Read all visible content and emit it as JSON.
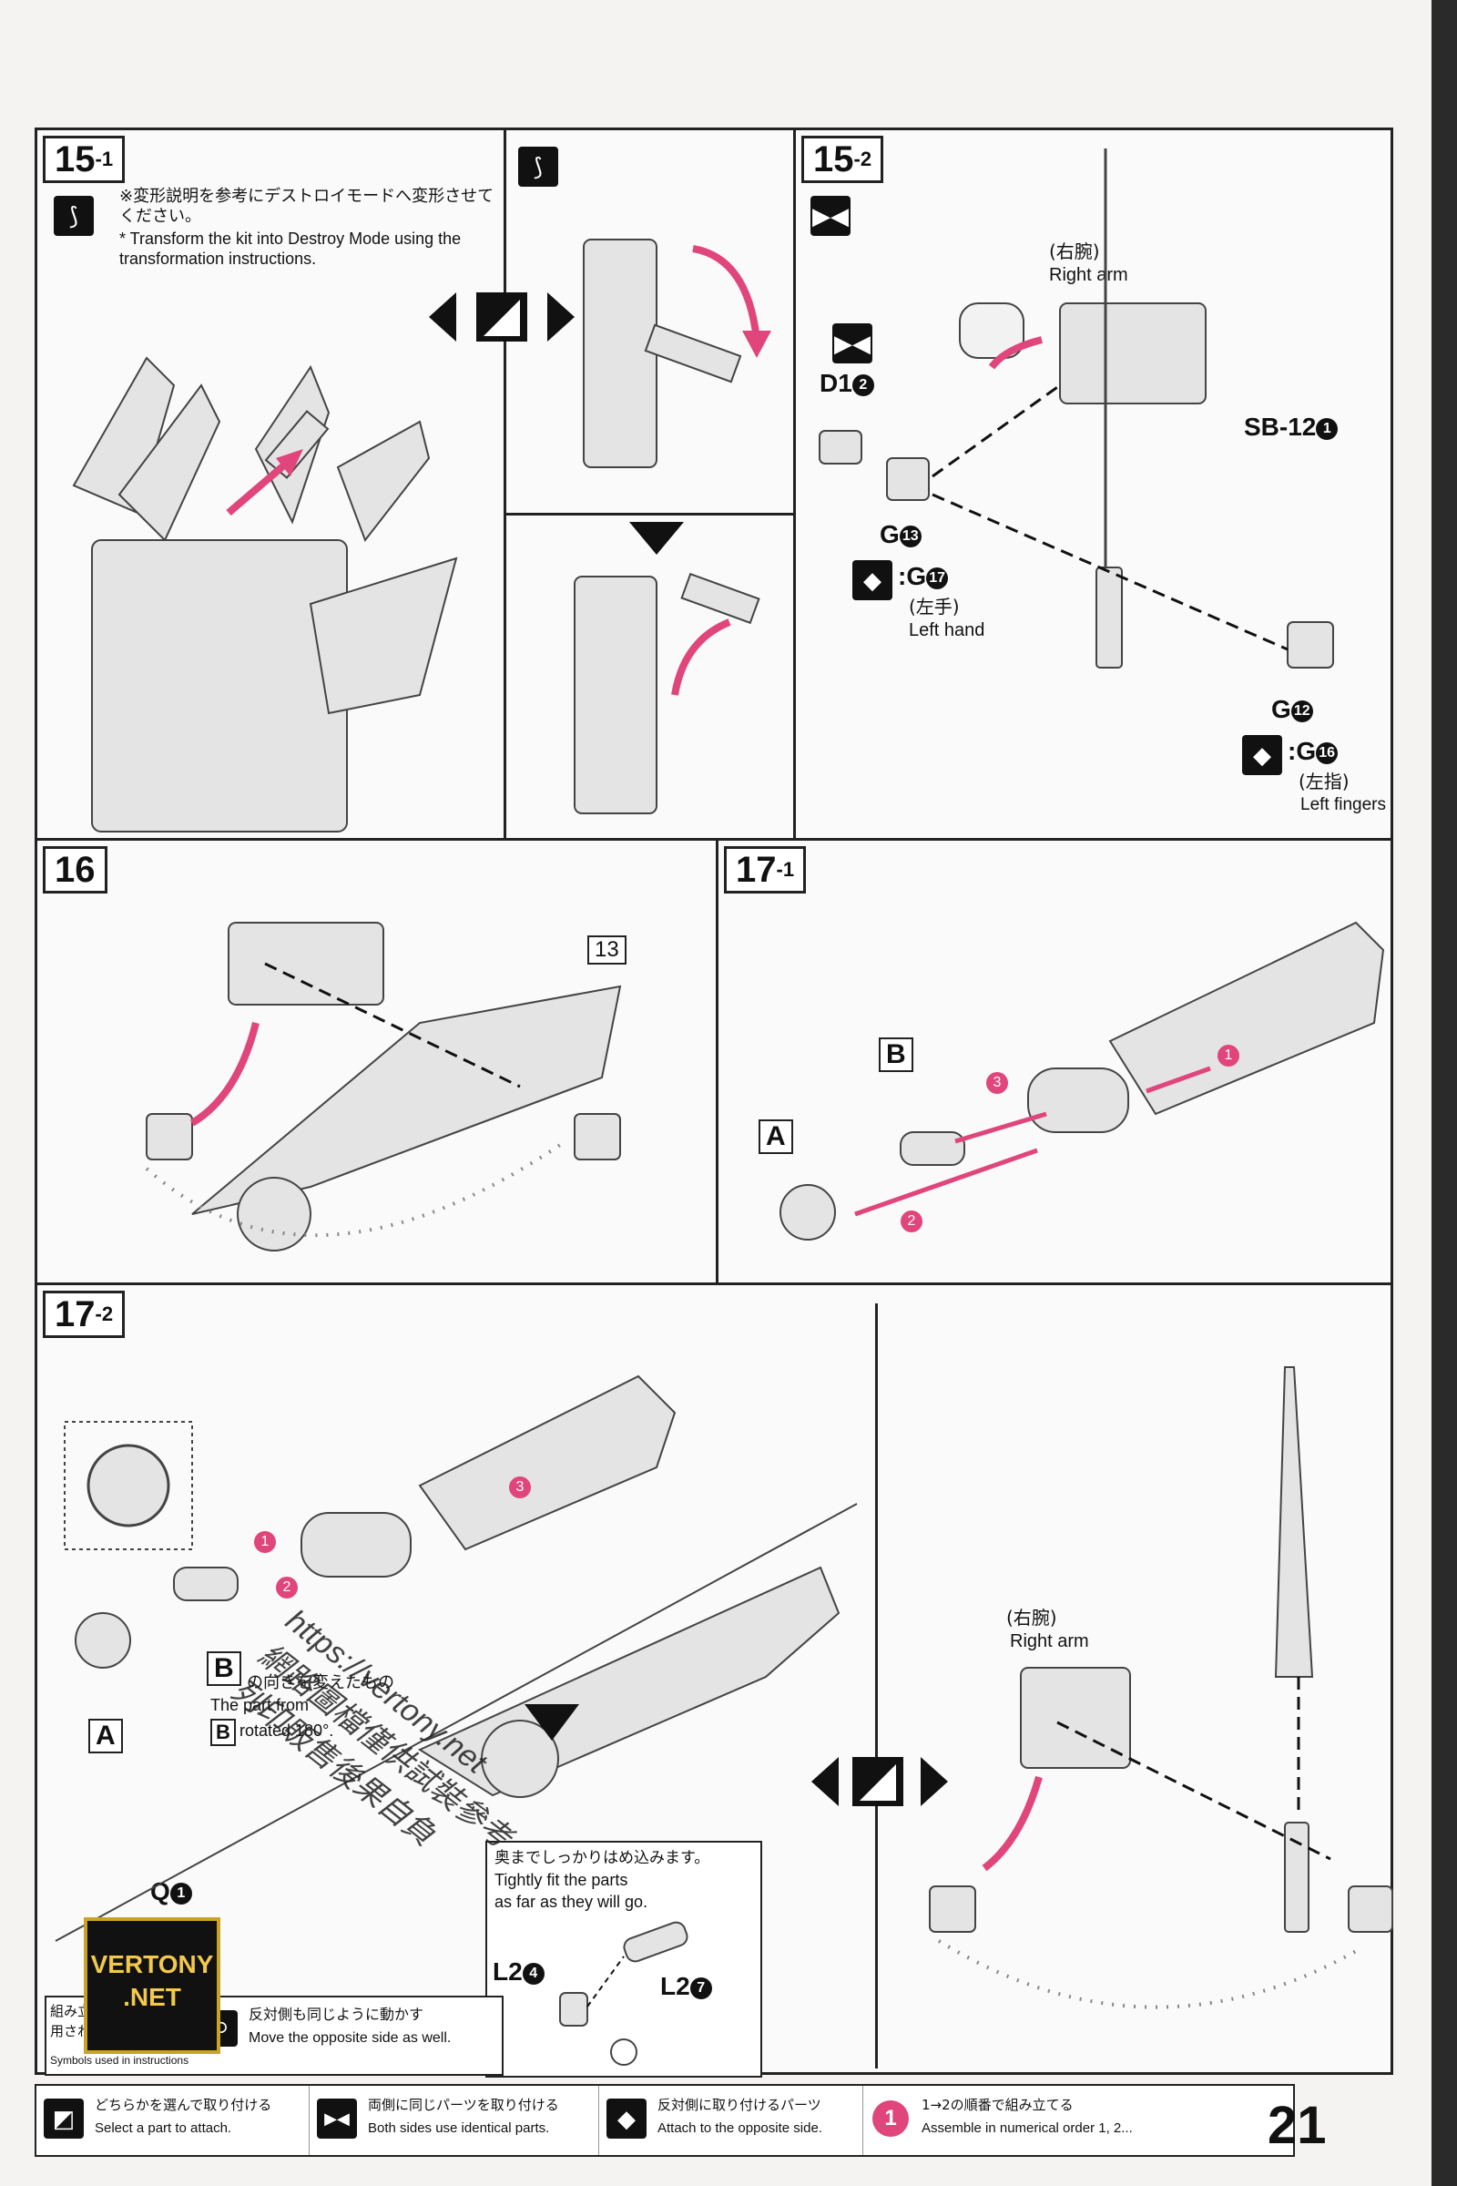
{
  "page": {
    "number": "21"
  },
  "step_15_1": {
    "label": "15",
    "sub": "-1",
    "note_jp": "※変形説明を参考にデストロイモードへ変形させてください。",
    "note_en": "* Transform the kit into Destroy Mode using the transformation instructions."
  },
  "step_15_2": {
    "label": "15",
    "sub": "-2",
    "right_arm_jp": "(右腕)",
    "right_arm_en": "Right arm",
    "part_d1": "D1",
    "part_d1_num": "2",
    "part_sb12": "SB-12",
    "part_sb12_num": "1",
    "part_g13": "G",
    "part_g13_num": "13",
    "part_g17": ":G",
    "part_g17_num": "17",
    "left_hand_jp": "(左手)",
    "left_hand_en": "Left hand",
    "part_g12": "G",
    "part_g12_num": "12",
    "part_g16": ":G",
    "part_g16_num": "16",
    "left_fingers_jp": "(左指)",
    "left_fingers_en": "Left fingers"
  },
  "step_16": {
    "label": "16",
    "ref": "13"
  },
  "step_17_1": {
    "label": "17",
    "sub": "-1",
    "part_a": "A",
    "part_b": "B",
    "seq_1": "1",
    "seq_2": "2",
    "seq_3": "3"
  },
  "step_17_2": {
    "label": "17",
    "sub": "-2",
    "part_a": "A",
    "part_b": "B",
    "part_b2": "B",
    "b_note_jp": "の向きを変えたもの",
    "b_note_en1": "The part from",
    "b_note_en2": "rotated 180°.",
    "seq_1": "1",
    "seq_2": "2",
    "seq_3": "3",
    "part_q": "Q",
    "part_q_num": "1",
    "part_l2a": "L2",
    "part_l2a_num": "4",
    "part_l2b": "L2",
    "part_l2b_num": "7",
    "fit_jp": "奥までしっかりはめ込みます。",
    "fit_en1": "Tightly fit the parts",
    "fit_en2": "as far as they will go.",
    "right_arm_jp": "(右腕)",
    "right_arm_en": "Right arm"
  },
  "symbols_box": {
    "title_jp": "組み立てに使用されて",
    "title_en": "Symbols used in instructions",
    "opposite_jp": "反対側も同じように動かす",
    "opposite_en": "Move the opposite side as well."
  },
  "legend": [
    {
      "jp": "どちらかを選んで取り付ける",
      "en": "Select a part to attach."
    },
    {
      "jp": "両側に同じパーツを取り付ける",
      "en": "Both sides use identical parts."
    },
    {
      "jp": "反対側に取り付けるパーツ",
      "en": "Attach to the opposite side."
    },
    {
      "jp": "1→2の順番で組み立てる",
      "en": "Assemble in numerical order 1, 2..."
    }
  ],
  "watermark": {
    "line1": "https://vertony.net",
    "line2": "網路圖檔僅供試裝參考",
    "line3": "列印販售後果自負"
  },
  "logo": {
    "line1": "VERTONY",
    "line2": ".NET"
  },
  "colors": {
    "accent": "#e0457b",
    "ink": "#111111",
    "paper": "#fafafa"
  }
}
